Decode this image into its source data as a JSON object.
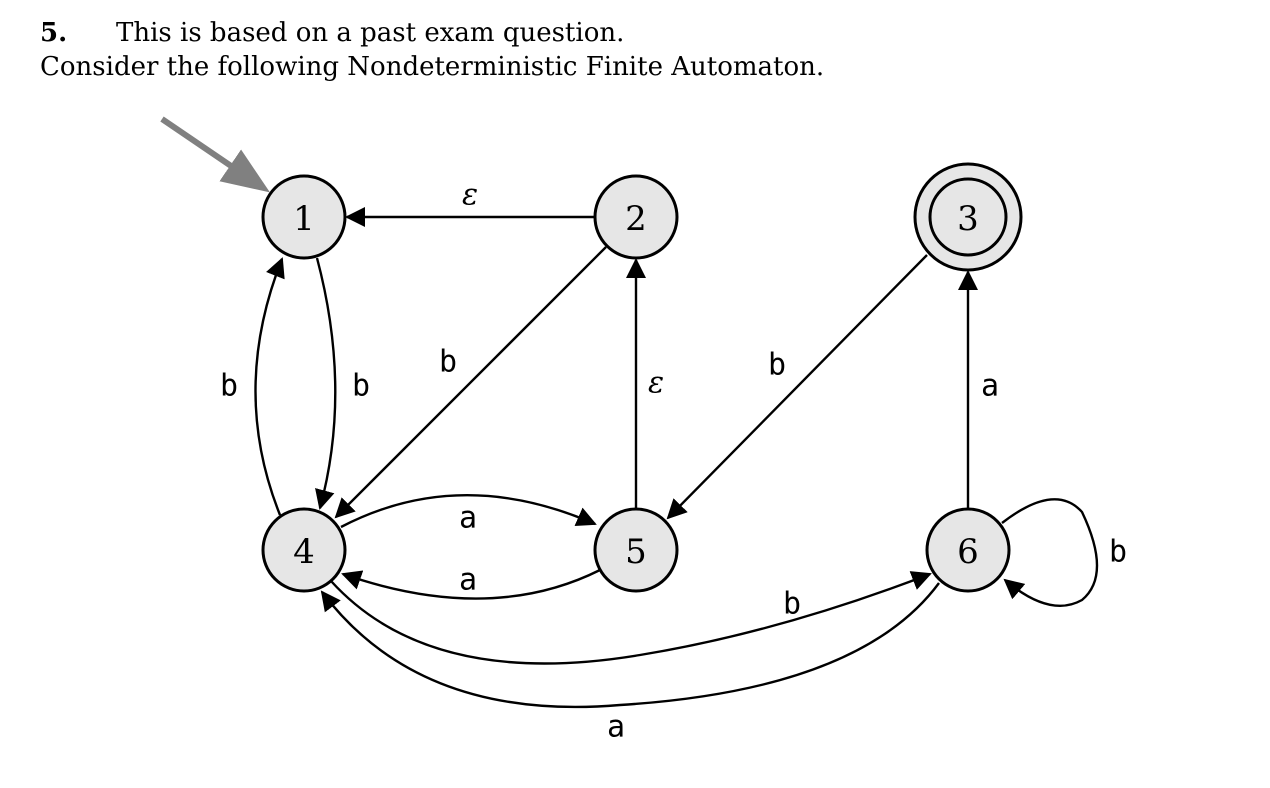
{
  "question": {
    "number": "5.",
    "intro": "This is based on a past exam question.",
    "prompt": "Consider the following Nondeterministic Finite Automaton."
  },
  "automaton": {
    "start_state": "1",
    "accept_states": [
      "3"
    ],
    "states": [
      {
        "id": "1",
        "label": "1"
      },
      {
        "id": "2",
        "label": "2"
      },
      {
        "id": "3",
        "label": "3"
      },
      {
        "id": "4",
        "label": "4"
      },
      {
        "id": "5",
        "label": "5"
      },
      {
        "id": "6",
        "label": "6"
      }
    ],
    "transitions": [
      {
        "from": "2",
        "to": "1",
        "label": "ε"
      },
      {
        "from": "1",
        "to": "4",
        "label": "b"
      },
      {
        "from": "4",
        "to": "1",
        "label": "b"
      },
      {
        "from": "2",
        "to": "4",
        "label": "b"
      },
      {
        "from": "5",
        "to": "2",
        "label": "ε"
      },
      {
        "from": "3",
        "to": "5",
        "label": "b"
      },
      {
        "from": "6",
        "to": "3",
        "label": "a"
      },
      {
        "from": "4",
        "to": "5",
        "label": "a"
      },
      {
        "from": "5",
        "to": "4",
        "label": "a"
      },
      {
        "from": "4",
        "to": "6",
        "label": "b"
      },
      {
        "from": "6",
        "to": "4",
        "label": "a"
      },
      {
        "from": "6",
        "to": "6",
        "label": "b"
      }
    ]
  },
  "colors": {
    "state_fill": "#e6e6e6",
    "stroke": "#000000",
    "start_arrow": "#808080"
  }
}
